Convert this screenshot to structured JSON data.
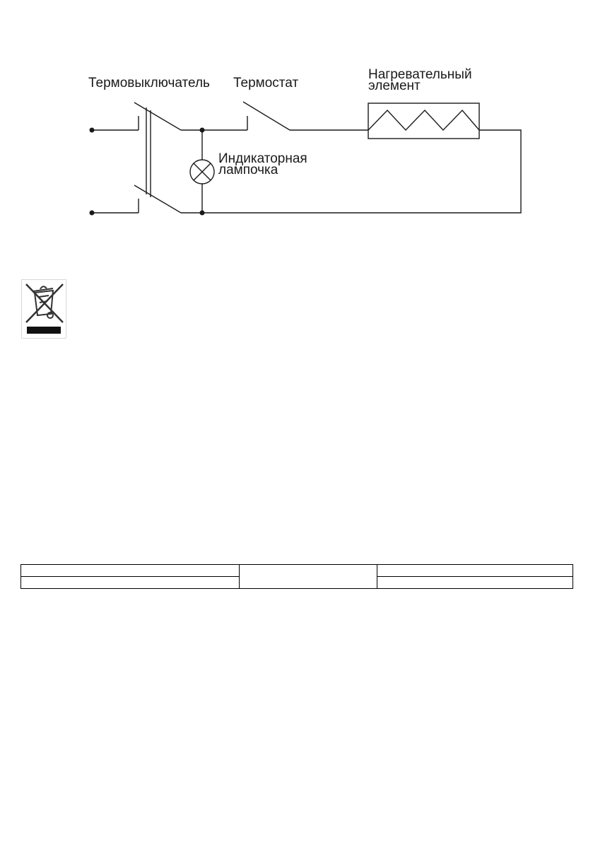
{
  "diagram": {
    "labels": {
      "thermal_switch": "Термовыключатель",
      "thermostat": "Термостат",
      "heater_line1": "Нагревательный",
      "heater_line2": "элемент",
      "lamp_line1": "Индикаторная",
      "lamp_line2": "лампочка"
    },
    "line_color": "#1a1a1a"
  },
  "weee_logo": {
    "icon": "crossed-out-wheelie-bin-icon"
  },
  "info_table": {
    "rows": [
      [
        "",
        "",
        ""
      ],
      [
        "",
        "",
        ""
      ]
    ]
  }
}
